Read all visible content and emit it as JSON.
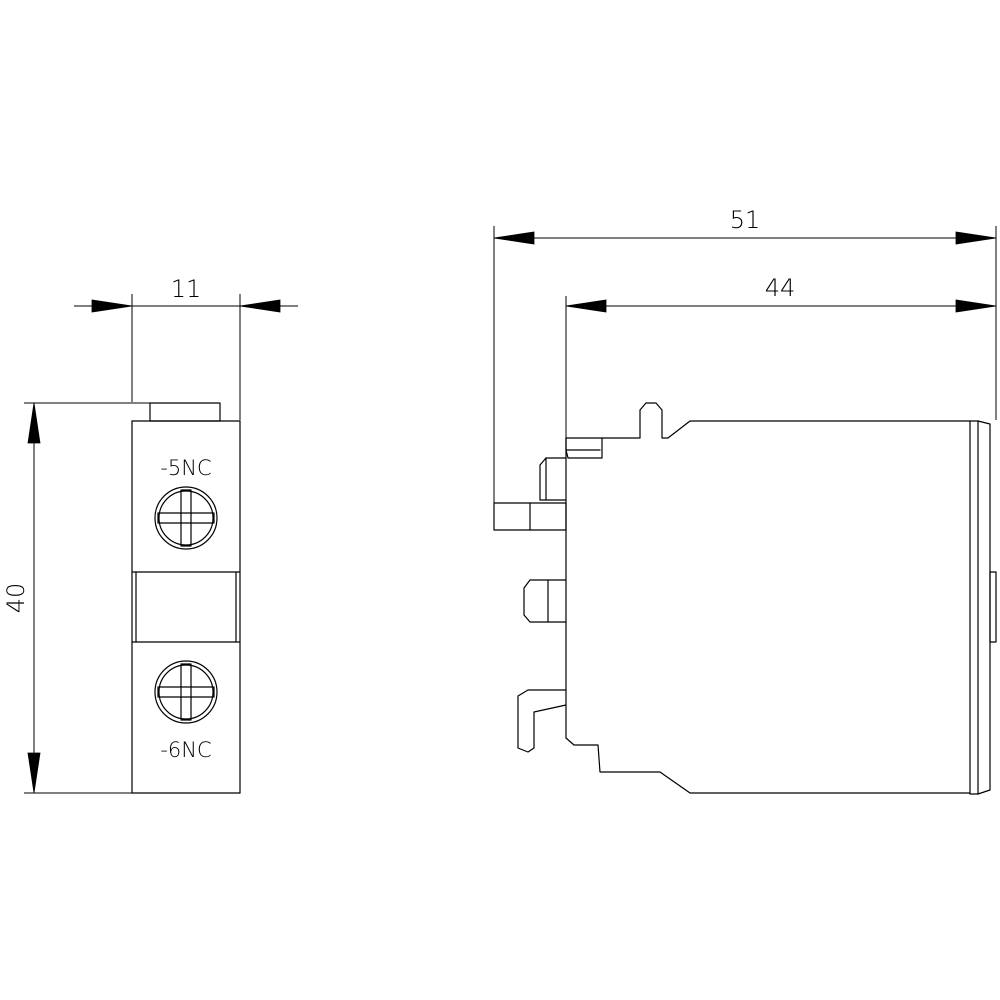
{
  "dimensions": {
    "width_front": "11",
    "height_front": "40",
    "overall_side": "51",
    "body_side": "44"
  },
  "terminals": {
    "top_label": "-5NC",
    "bottom_label": "-6NC"
  }
}
